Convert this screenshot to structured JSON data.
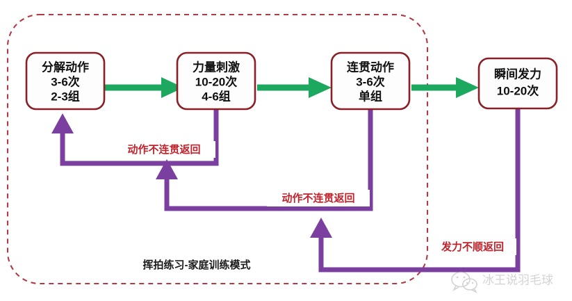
{
  "diagram": {
    "title": "挥拍练习-家庭训练模式",
    "caption": "挥拍练习-家庭训练模式",
    "colors": {
      "node_border": "#8a1f26",
      "node_fill": "#fefdfd",
      "node_text": "#101010",
      "forward_arrow": "#1da860",
      "feedback_arrow": "#7b3fa0",
      "label_text": "#c0232b",
      "boundary": "#b03a46",
      "watermark": "#b9b9b9",
      "background": "#ffffff"
    },
    "boundary": {
      "name": "家庭训练模式边界",
      "style": "dashed-rounded-rectangle"
    },
    "nodes": [
      {
        "id": "node-1",
        "name": "分解动作",
        "lines": [
          "分解动作",
          "3-6次",
          "2-3组"
        ],
        "reps": "3-6次",
        "sets": "2-3组"
      },
      {
        "id": "node-2",
        "name": "力量刺激",
        "lines": [
          "力量刺激",
          "10-20次",
          "4-6组"
        ],
        "reps": "10-20次",
        "sets": "4-6组"
      },
      {
        "id": "node-3",
        "name": "连贯动作",
        "lines": [
          "连贯动作",
          "3-6次",
          "单组"
        ],
        "reps": "3-6次",
        "sets": "单组"
      },
      {
        "id": "node-4",
        "name": "瞬间发力",
        "lines": [
          "瞬间发力",
          "10-20次"
        ],
        "reps": "10-20次",
        "sets": ""
      }
    ],
    "forward_arrows": [
      {
        "from": "分解动作",
        "to": "力量刺激"
      },
      {
        "from": "力量刺激",
        "to": "连贯动作"
      },
      {
        "from": "连贯动作",
        "to": "瞬间发力"
      }
    ],
    "feedback_arrows": [
      {
        "id": "loop-1",
        "label": "动作不连贯返回",
        "from": "力量刺激",
        "to": "分解动作"
      },
      {
        "id": "loop-2",
        "label": "动作不连贯返回",
        "from": "连贯动作",
        "to": "力量刺激"
      },
      {
        "id": "loop-3",
        "label": "发力不顺返回",
        "from": "瞬间发力",
        "to": "连贯动作"
      }
    ]
  },
  "watermark": {
    "text": "冰王说羽毛球",
    "icon": "wechat-icon"
  }
}
